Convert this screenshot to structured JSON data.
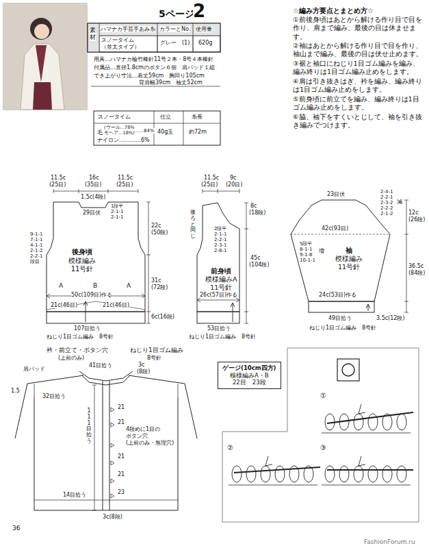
{
  "diagram": {
    "nodes": [
      {
        "text": [
          "後身頃",
          "模様編み",
          "11号針"
        ]
      },
      {
        "text": [
          "前身頃",
          "模様編みA",
          "11号針"
        ]
      },
      {
        "text": [
          "袖",
          "模様編み",
          "11号針"
        ]
      },
      {
        "text": [
          "ゲージ(10cm四方)",
          "模様編みA・B",
          "22目　23段"
        ]
      }
    ],
    "labels": [
      "5ページ",
      "2",
      "素材",
      "ハマナカ手芸手あみ糸",
      "カラーとNo.",
      "使用量",
      "スノータイム",
      "（並太タイプ）",
      "グレー",
      "(1)",
      "620g",
      "用具…ハマナカ輪竹棒針11号２本・8号４本棒針",
      "付属品…直径1.8cmのボタン６個　肩パッド１組",
      "でき上がり寸法…着丈59cm　胸回り105cm",
      "背肩幅39cm　袖丈52cm",
      "スノータイム",
      "仕立",
      "糸長",
      "毛",
      "(ウール…78%",
      "モヘア…18%)",
      "……84%",
      "ナイロン…………6%",
      "40g玉",
      "約72m",
      "☆編み方要点とまとめ方☆",
      "①前後身頃はあとから解ける作り目で目を作り、肩まで編み、最後の目は休ませます。",
      "②袖はあとから解ける作り目で目を作り、袖山まで編み、最後の目は伏せ止めます。",
      "③裾と袖口にねじり1目ゴム編みを編み、編み終りは1目ゴム編み止めをします。",
      "④肩は引き抜きはぎ、衿を編み、編み終りは1目ゴム編み止めをします。",
      "⑤前身頃に前立てを編み、編み終りは1目ゴム編み止めをします。",
      "⑥脇、袖下をすくいとじして、袖を引き抜き編みでつけます。",
      "11.5c",
      "(25目)",
      "16c",
      "(35目)",
      "11.5c",
      "(25目)",
      "1.5c(4段)",
      "29目伏",
      "1段平",
      "2-1-1",
      "2-1-1",
      "9-1-1",
      "7-1-1",
      "4-1-1",
      "2-1-2",
      "2-2-1",
      "段目",
      "22c",
      "(50段)",
      "31c",
      "(72段)",
      "A",
      "B",
      "A",
      "50c(109目)作る",
      "21c(46目)",
      "21c(46目)",
      "6c(16段)",
      "107目拾う",
      "ねじり1目ゴム編み　8号針",
      "11.5c",
      "(25目)",
      "9c",
      "(20目)",
      "8c",
      "(18段)",
      "後ろと同じ",
      "2段平",
      "2-1-1",
      "2-2-1",
      "2-3-1",
      "2-8-1",
      "45c",
      "(104段)",
      "26c(57目)作る",
      "53目拾う",
      "ねじり1目ゴム編み　8号針",
      "23目伏",
      "2-4-1",
      "2-2-1",
      "2-3-2",
      "2-2-2",
      "2-1-2",
      "減",
      "12c",
      "(26段)",
      "42c(93目)",
      "5段平",
      "8-1-1",
      "9-1-8",
      "10-1-1",
      "増",
      "36.5c",
      "(84段)",
      "24c(53目)作る",
      "49目拾う",
      "3.5c(12段)",
      "ねじり1目ゴム編み　8号針",
      "衿・前立て・ボタン穴",
      "(上前のみ)",
      "ねじり1目ゴム編み",
      "8号針",
      "肩パッド",
      "41目拾う",
      "3c",
      "(8段)",
      "1.5",
      "32目拾う",
      "111目拾う",
      "21",
      "21",
      "4段めに1目の",
      "ボタン穴",
      "(上前のみ・無理穴)",
      "21",
      "21",
      "23",
      "14目拾う",
      "3c(8段)",
      "①",
      "②",
      "③",
      "36",
      "FashionForum.ru"
    ]
  }
}
